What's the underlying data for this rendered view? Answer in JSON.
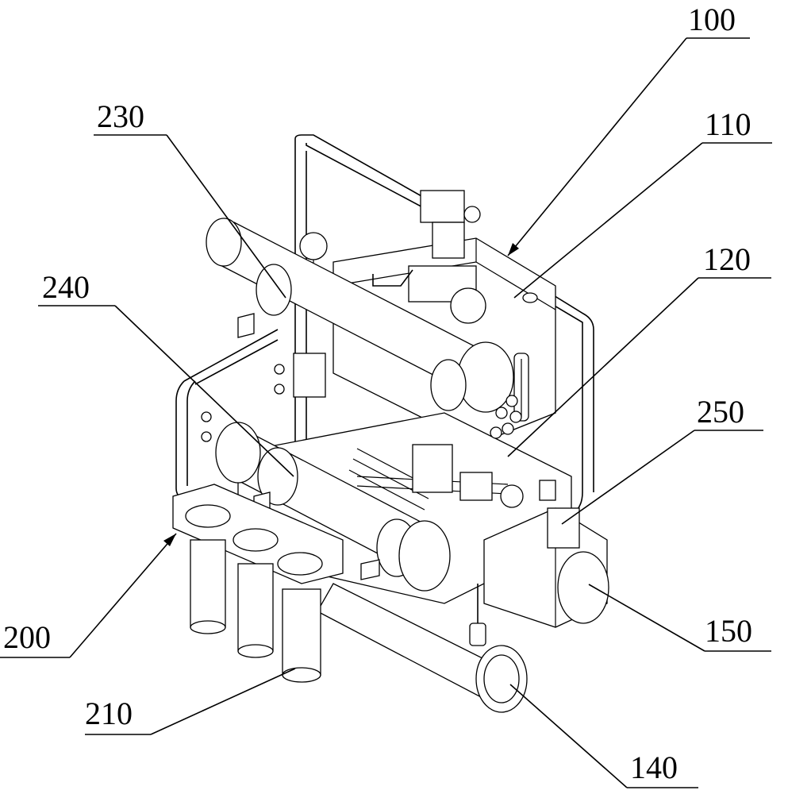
{
  "figure": {
    "type": "patent-drawing",
    "labels": {
      "l100": "100",
      "l110": "110",
      "l120": "120",
      "l140": "140",
      "l150": "150",
      "l200": "200",
      "l210": "210",
      "l230": "230",
      "l240": "240",
      "l250": "250"
    },
    "colors": {
      "ink": "#000000",
      "paper": "#ffffff"
    }
  }
}
